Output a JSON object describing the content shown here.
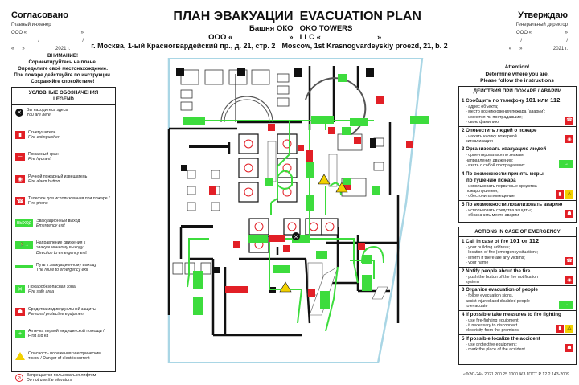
{
  "header": {
    "left_sign": {
      "title": "Согласовано",
      "position": "Главный инженер",
      "org": "ООО «",
      "org_close": "»",
      "sign_line": "__________/",
      "sign_slash": "/",
      "date": "«___»___________ 2021 г."
    },
    "right_sign": {
      "title": "Утверждаю",
      "position": "Генеральный директор",
      "org": "ООО «",
      "org_close": "»",
      "sign_line": "__________/",
      "sign_slash": "/",
      "date": "«___»___________ 2021 г."
    },
    "title_ru": "ПЛАН ЭВАКУАЦИИ",
    "title_en": "EVACUATION PLAN",
    "building_ru": "Башня ОКО",
    "building_en": "OKO TOWERS",
    "org_ru": "ООО «",
    "org_ru_close": "»",
    "org_en": "LLC «",
    "org_en_close": "»",
    "address_ru": "г. Москва, 1-ый Красногвардейский пр., д. 21, стр. 2",
    "address_en": "Moscow, 1st Krasnogvardeyskiy proezd, 21, b. 2"
  },
  "warning_ru": [
    "ВНИМАНИЕ!",
    "Сориентируйтесь на плане.",
    "Определите своё местонахождение.",
    "При пожаре действуйте по инструкции.",
    "Сохраняйте спокойствие!"
  ],
  "warning_en": [
    "Attention!",
    "Determine where you are.",
    "Please follow the instructions"
  ],
  "legend": {
    "title_ru": "УСЛОВНЫЕ ОБОЗНАЧЕНИЯ",
    "title_en": "LEGEND",
    "items": [
      {
        "icon": "you-are-here-icon",
        "ru": "Вы находитесь здесь",
        "en": "You are here"
      },
      {
        "icon": "fire-extinguisher-icon",
        "ru": "Огнетушитель",
        "en": "Fire-extinguisher"
      },
      {
        "icon": "fire-hydrant-icon",
        "ru": "Пожарный кран",
        "en": "Fire hydrant"
      },
      {
        "icon": "fire-alarm-button-icon",
        "ru": "Ручной пожарный извещатель",
        "en": "Fire alarm button"
      },
      {
        "icon": "fire-phone-icon",
        "ru": "Телефон для использования при пожаре / Fire phone",
        "en": ""
      },
      {
        "icon": "emergency-exit-icon",
        "ru": "Эвакуационный выход",
        "en": "Emergency exit",
        "badge": "ВЫХОД"
      },
      {
        "icon": "exit-direction-icon",
        "ru": "Направление движения к эвакуационному выходу",
        "en": "Direction to emergency exit"
      },
      {
        "icon": "evacuation-route-icon",
        "ru": "Путь к эвакуационному выходу",
        "en": "The route to emergency exit"
      },
      {
        "icon": "fire-safe-area-icon",
        "ru": "Пожаробезопасная зона",
        "en": "Fire safe area"
      },
      {
        "icon": "protective-equipment-icon",
        "ru": "Средства индивидуальной защиты",
        "en": "Personal protective equipment"
      },
      {
        "icon": "first-aid-kit-icon",
        "ru": "Аптечка первой медицинской помощи / First aid kit",
        "en": ""
      },
      {
        "icon": "electric-danger-icon",
        "ru": "Опасность поражения электрическим током / Danger of electric current",
        "en": ""
      },
      {
        "icon": "no-elevator-icon",
        "ru": "Запрещается пользоваться лифтом",
        "en": "Do not use the elevators"
      }
    ]
  },
  "actions_ru": {
    "title": "ДЕЙСТВИЯ ПРИ ПОЖАРЕ / АВАРИИ",
    "steps": [
      {
        "title": "1 Сообщить по телефону",
        "phones": "101 или 112",
        "lines": [
          "- адрес объекта;",
          "- место возникновения пожара (аварии);",
          "- имеются ли пострадавшие;",
          "- свою фамилию"
        ]
      },
      {
        "title": "2 Оповестить людей о пожаре",
        "phones": "",
        "lines": [
          "- нажать кнопку пожарной",
          "  сигнализации"
        ]
      },
      {
        "title": "3 Организовать эвакуацию людей",
        "phones": "",
        "lines": [
          "- ориентироваться по знакам",
          "  направления движения;",
          "- взять с собой пострадавших"
        ]
      },
      {
        "title": "4 По возможности принять меры",
        "title2": "по тушению пожара",
        "phones": "",
        "lines": [
          "- использовать первичные средства",
          "  пожаротушения;",
          "- обесточить помещение"
        ]
      },
      {
        "title": "5 По возможности локализовать аварию",
        "phones": "",
        "lines": [
          "- использовать средства защиты;",
          "- обозначить место аварии"
        ]
      }
    ]
  },
  "actions_en": {
    "title": "ACTIONS IN CASE OF EMERGENCY",
    "steps": [
      {
        "title": "1 Call in case of fire",
        "phones": "101 or 112",
        "lines": [
          "- your building address;",
          "- location of fire (emergency situation);",
          "- inform if there are any victims;",
          "- your name"
        ]
      },
      {
        "title": "2 Notify people about the fire",
        "phones": "",
        "lines": [
          "- push the button of the fire notification",
          "  system"
        ]
      },
      {
        "title": "3 Organize evacuation of people",
        "phones": "",
        "lines": [
          "- follow evacuation signs,",
          "  assist injured and disabled people",
          "  to evacuate"
        ]
      },
      {
        "title": "4 If possible take measures to fire fighting",
        "phones": "",
        "lines": [
          "- use fire-fighting equipment",
          "- if necessary to disconnect",
          "  electricity from the premises"
        ]
      },
      {
        "title": "5 If possible localize the accident",
        "phones": "",
        "lines": [
          "- use protective equipment;",
          "- mark the place of the accident"
        ]
      }
    ]
  },
  "footer": "«ФЭС-24» 2021 200 25 1000 ЖЗ ГОСТ Р 12.2.143-2009",
  "colors": {
    "route_green": "#3ddc3d",
    "sign_red": "#e21f26",
    "warning_yellow": "#f2d000",
    "wall_black": "#111111",
    "glass_blue": "#a9d6e5"
  }
}
